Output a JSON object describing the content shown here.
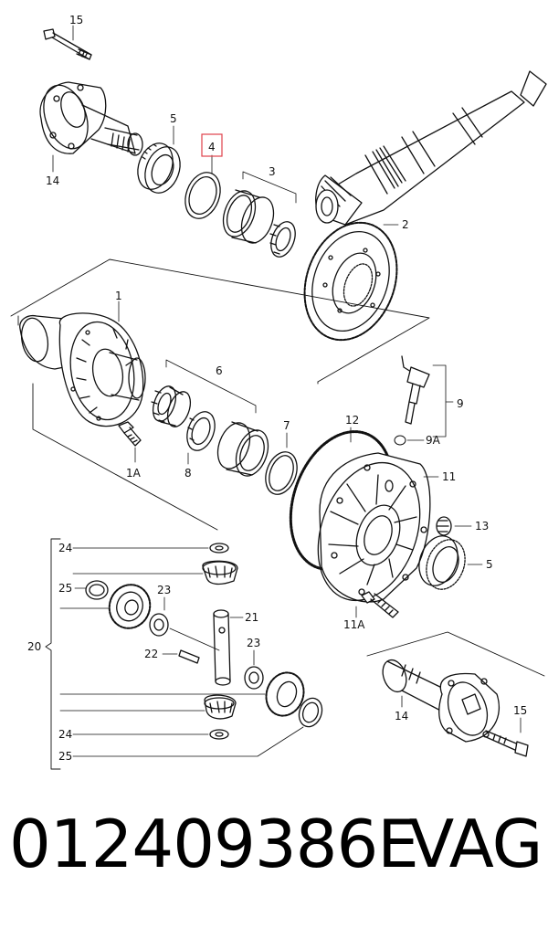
{
  "callouts": {
    "c15a": "15",
    "c14a": "14",
    "c5a": "5",
    "c4": "4",
    "c3": "3",
    "c2": "2",
    "c1": "1",
    "c6": "6",
    "c1A": "1A",
    "c8": "8",
    "c7": "7",
    "c12": "12",
    "c9": "9",
    "c9A": "9A",
    "c11": "11",
    "c13": "13",
    "c5b": "5",
    "c11A": "11A",
    "c24a": "24",
    "c25a": "25",
    "c23a": "23",
    "c21": "21",
    "c20": "20",
    "c22": "22",
    "c23b": "23",
    "c24b": "24",
    "c25b": "25",
    "c14b": "14",
    "c15b": "15"
  },
  "highlight_color": "#e0414b",
  "footer": {
    "part_number": "012409386E",
    "brand": "VAG"
  }
}
